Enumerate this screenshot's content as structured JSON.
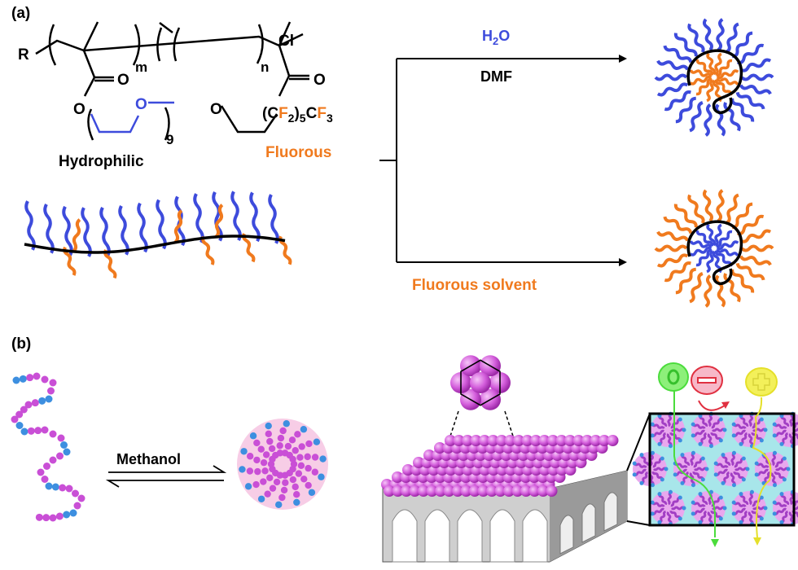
{
  "panel_a": {
    "label": "(a)",
    "structure": {
      "r_group": "R",
      "m": "m",
      "n": "n",
      "end_group": "Cl",
      "carbonyl_o": "O",
      "ester_o": "O",
      "peg_o": "O",
      "repeat": "9",
      "fluoro_chain_open": "(C",
      "fluoro_f2": "F",
      "fluoro_sub2": "2",
      "fluoro_close": ")",
      "fluoro_sub5": "5",
      "fluoro_c": "C",
      "fluoro_f3": "F",
      "fluoro_sub3": "3"
    },
    "hydrophilic_label": "Hydrophilic",
    "fluorous_label": "Fluorous",
    "water_label_h": "H",
    "water_label_sub": "2",
    "water_label_o": "O",
    "dmf_label": "DMF",
    "fluorous_solvent_label": "Fluorous solvent"
  },
  "panel_b": {
    "label": "(b)",
    "methanol_label": "Methanol"
  },
  "colors": {
    "hydrophilic": "#3d4bdc",
    "fluorous": "#f07a1e",
    "bead_pink": "#c94fd6",
    "bead_blue": "#3d8fe0",
    "pore_fill": "#a8e6ea"
  }
}
